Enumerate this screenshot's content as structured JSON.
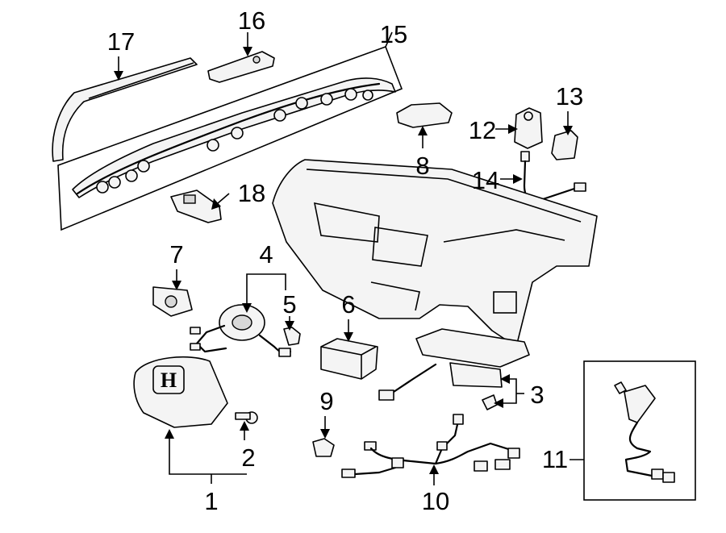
{
  "diagram": {
    "callouts": [
      {
        "id": "c1",
        "text": "1"
      },
      {
        "id": "c2",
        "text": "2"
      },
      {
        "id": "c3",
        "text": "3"
      },
      {
        "id": "c4",
        "text": "4"
      },
      {
        "id": "c5",
        "text": "5"
      },
      {
        "id": "c6",
        "text": "6"
      },
      {
        "id": "c7",
        "text": "7"
      },
      {
        "id": "c8",
        "text": "8"
      },
      {
        "id": "c9",
        "text": "9"
      },
      {
        "id": "c10",
        "text": "10"
      },
      {
        "id": "c11",
        "text": "11"
      },
      {
        "id": "c12",
        "text": "12"
      },
      {
        "id": "c13",
        "text": "13"
      },
      {
        "id": "c14",
        "text": "14"
      },
      {
        "id": "c15",
        "text": "15"
      },
      {
        "id": "c16",
        "text": "16"
      },
      {
        "id": "c17",
        "text": "17"
      },
      {
        "id": "c18",
        "text": "18"
      }
    ],
    "logo_text": "H",
    "colors": {
      "line": "#000000",
      "background": "#ffffff",
      "part_fill": "#f4f4f4"
    }
  }
}
